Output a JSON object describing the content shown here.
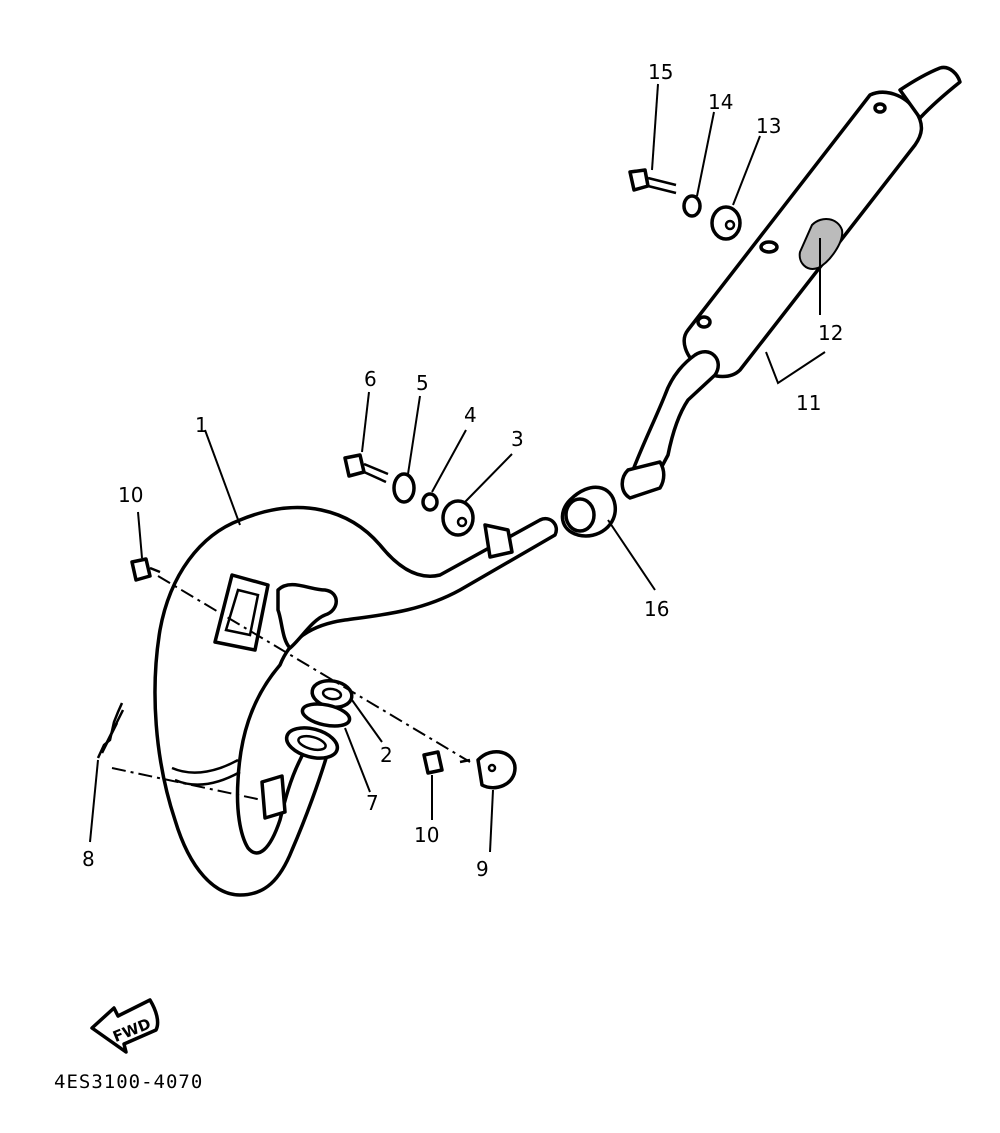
{
  "callouts": {
    "c1": "1",
    "c2": "2",
    "c3": "3",
    "c4": "4",
    "c5": "5",
    "c6": "6",
    "c7": "7",
    "c8": "8",
    "c9": "9",
    "c10a": "10",
    "c10b": "10",
    "c11": "11",
    "c12": "12",
    "c13": "13",
    "c14": "14",
    "c15": "15",
    "c16": "16"
  },
  "fwd_label": "FWD",
  "diagram_code": "4ES3100-4070"
}
